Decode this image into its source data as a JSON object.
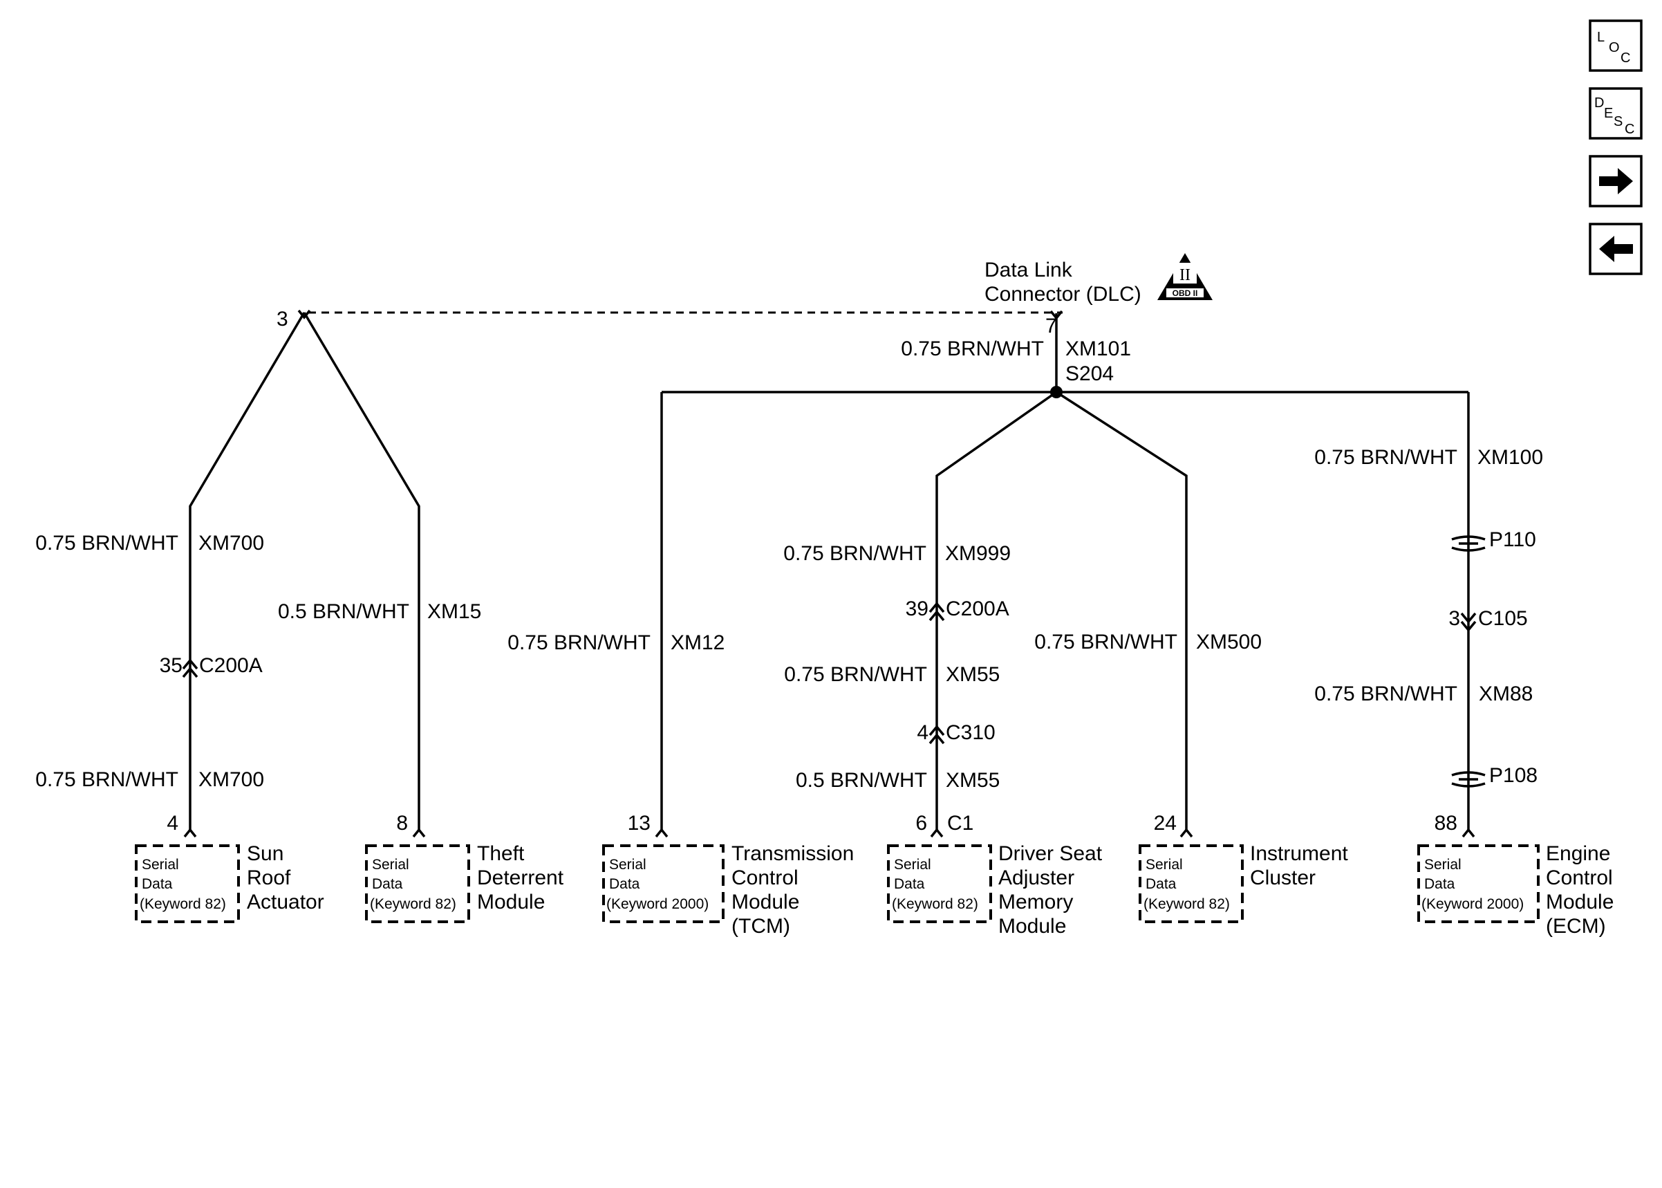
{
  "nav": {
    "loc": {
      "main": "L",
      "sub": "O",
      "sub2": "C"
    },
    "desc": {
      "main": "D",
      "sub": "E",
      "sub2": "S",
      "sub3": "C"
    }
  },
  "dlc": {
    "title_line1": "Data Link",
    "title_line2": "Connector (DLC)",
    "obd_symbol": "II",
    "obd_text": "OBD II",
    "pin": "7",
    "remote_pin": "3"
  },
  "trunk": {
    "wire": "0.75 BRN/WHT",
    "circuit": "XM101",
    "splice": "S204"
  },
  "branches": {
    "sunroof": {
      "upper_wire": "0.75 BRN/WHT",
      "upper_circuit": "XM700",
      "conn_pin": "35",
      "conn": "C200A",
      "lower_wire": "0.75 BRN/WHT",
      "lower_circuit": "XM700",
      "module_pin": "4"
    },
    "theft": {
      "wire": "0.5 BRN/WHT",
      "circuit": "XM15",
      "module_pin": "8"
    },
    "tcm": {
      "wire": "0.75 BRN/WHT",
      "circuit": "XM12",
      "module_pin": "13"
    },
    "seat": {
      "w1": "0.75 BRN/WHT",
      "c1": "XM999",
      "conn1_pin": "39",
      "conn1": "C200A",
      "w2": "0.75 BRN/WHT",
      "c2": "XM55",
      "conn2_pin": "4",
      "conn2": "C310",
      "w3": "0.5 BRN/WHT",
      "c3": "XM55",
      "module_pin": "6",
      "module_conn": "C1"
    },
    "cluster": {
      "wire": "0.75 BRN/WHT",
      "circuit": "XM500",
      "module_pin": "24"
    },
    "ecm": {
      "w1": "0.75 BRN/WHT",
      "c1": "XM100",
      "p1": "P110",
      "conn_pin": "3",
      "conn": "C105",
      "w2": "0.75 BRN/WHT",
      "c2": "XM88",
      "p2": "P108",
      "module_pin": "88"
    }
  },
  "modules": {
    "sunroof": {
      "l1": "Serial",
      "l2": "Data",
      "l3": "(Keyword 82)",
      "n1": "Sun",
      "n2": "Roof",
      "n3": "Actuator"
    },
    "theft": {
      "l1": "Serial",
      "l2": "Data",
      "l3": "(Keyword 82)",
      "n1": "Theft",
      "n2": "Deterrent",
      "n3": "Module"
    },
    "tcm": {
      "l1": "Serial",
      "l2": "Data",
      "l3": "(Keyword 2000)",
      "n1": "Transmission",
      "n2": "Control",
      "n3": "Module",
      "n4": "(TCM)"
    },
    "seat": {
      "l1": "Serial",
      "l2": "Data",
      "l3": "(Keyword 82)",
      "n1": "Driver Seat",
      "n2": "Adjuster",
      "n3": "Memory",
      "n4": "Module"
    },
    "cluster": {
      "l1": "Serial",
      "l2": "Data",
      "l3": "(Keyword 82)",
      "n1": "Instrument",
      "n2": "Cluster"
    },
    "ecm": {
      "l1": "Serial",
      "l2": "Data",
      "l3": "(Keyword 2000)",
      "n1": "Engine",
      "n2": "Control",
      "n3": "Module",
      "n4": "(ECM)"
    }
  }
}
